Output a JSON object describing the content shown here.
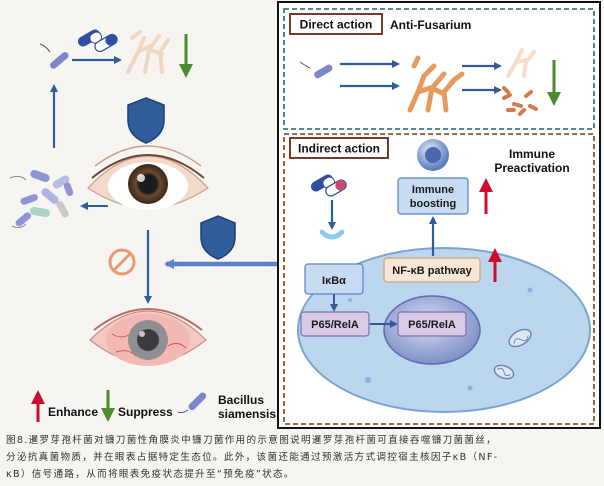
{
  "direct": {
    "title": "Direct action",
    "subtitle": "Anti-Fusarium"
  },
  "indirect": {
    "title": "Indirect action",
    "subtitle_line1": "Immune",
    "subtitle_line2": "Preactivation"
  },
  "boxes": {
    "immune_line1": "Immune",
    "immune_line2": "boosting",
    "nfkb": "NF-κB pathway",
    "ikba": "IκBα",
    "p65_left": "P65/RelA",
    "p65_right": "P65/RelA"
  },
  "legend": {
    "enhance": "Enhance",
    "suppress": "Suppress",
    "bacillus_line1": "Bacillus",
    "bacillus_line2": "siamensis"
  },
  "caption": {
    "line1": "图8.暹罗芽孢杆菌对镰刀菌性角膜炎中镰刀菌作用的示意图说明暹罗芽孢杆菌可直接吞噬镰刀菌菌丝，",
    "line2": "分泌抗真菌物质，并在眼表占据特定生态位。此外，该菌还能通过预激活方式调控宿主核因子κB（NF-",
    "line3": "κB）信号通路，从而将眼表免疫状态提升至“预免疫”状态。"
  },
  "colors": {
    "enhance_arrow": "#c8102e",
    "suppress_arrow": "#4f8a2f",
    "flow_arrow": "#2f5d9c",
    "direct_border": "#3b7f86",
    "indirect_border": "#8b5a2b",
    "shield": "#2f5d9c",
    "cell": "#bcd6ee"
  }
}
